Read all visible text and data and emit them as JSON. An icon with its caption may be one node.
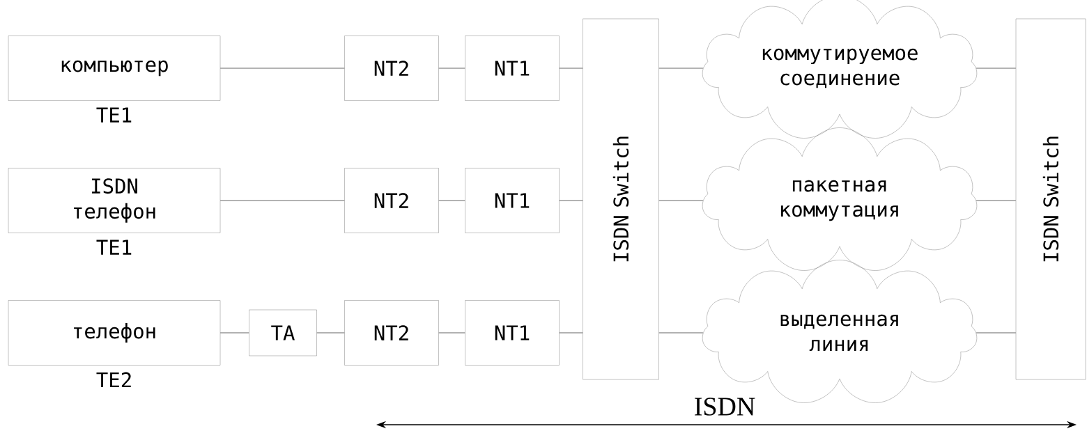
{
  "diagram": {
    "nodes": [
      {
        "text": [
          "компьютер"
        ],
        "beside": [
          "TE1"
        ]
      },
      {
        "text": [
          "NT2"
        ]
      },
      {
        "text": [
          "NT1"
        ]
      },
      {
        "text": [
          "ISDN Switch"
        ]
      },
      {
        "text": [
          "коммутируемое соединение"
        ]
      },
      {
        "text": [
          "ISDN Switch"
        ]
      },
      {
        "text": [
          "ISDN телефон"
        ],
        "beside": [
          "TE1"
        ]
      },
      {
        "text": [
          "NT2"
        ]
      },
      {
        "text": [
          "NT1"
        ]
      },
      {
        "text": [
          "пакетная коммутация"
        ]
      },
      {
        "text": [
          "телефон"
        ],
        "beside": [
          "TE2"
        ]
      },
      {
        "text": [
          "TA"
        ]
      },
      {
        "text": [
          "NT2"
        ]
      },
      {
        "text": [
          "NT1"
        ]
      },
      {
        "text": [
          "выделенная линия"
        ]
      }
    ],
    "edges": [
      {
        "from": 0,
        "to": 1,
        "arrow": "none"
      },
      {
        "from": 1,
        "to": 2,
        "arrow": "none"
      },
      {
        "from": 2,
        "to": 3,
        "arrow": "none"
      },
      {
        "from": 3,
        "to": 4,
        "arrow": "none"
      },
      {
        "from": 4,
        "to": 5,
        "arrow": "none"
      },
      {
        "from": 6,
        "to": 7,
        "arrow": "none"
      },
      {
        "from": 7,
        "to": 8,
        "arrow": "none"
      },
      {
        "from": 8,
        "to": 3,
        "arrow": "none"
      },
      {
        "from": 3,
        "to": 9,
        "arrow": "none"
      },
      {
        "from": 9,
        "to": 5,
        "arrow": "none"
      },
      {
        "from": 10,
        "to": 11,
        "arrow": "none"
      },
      {
        "from": 11,
        "to": 12,
        "arrow": "none"
      },
      {
        "from": 12,
        "to": 13,
        "arrow": "none"
      },
      {
        "from": 13,
        "to": 3,
        "arrow": "none"
      },
      {
        "from": 3,
        "to": 14,
        "arrow": "none"
      },
      {
        "from": 14,
        "to": 5,
        "arrow": "none"
      }
    ],
    "labels": [
      "ISDN"
    ]
  }
}
